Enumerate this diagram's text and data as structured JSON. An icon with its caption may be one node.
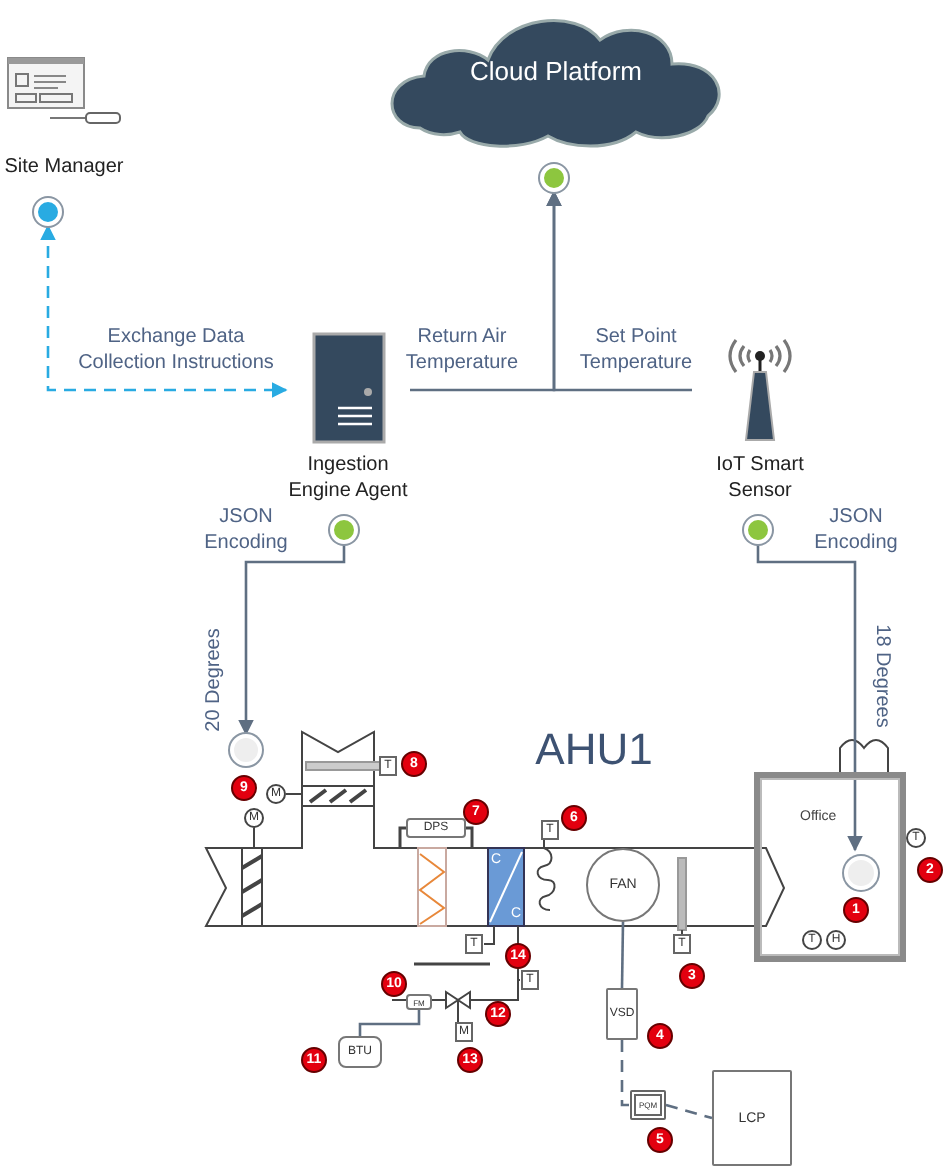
{
  "diagram": {
    "nodes": [
      {
        "text": [
          "Cloud Platform"
        ]
      },
      {
        "text": [],
        "shape": "circle"
      },
      {
        "text": [
          "Site Manager"
        ]
      },
      {
        "text": [],
        "shape": "circle"
      },
      {
        "text": [
          "Ingestion Engine Agent"
        ]
      },
      {
        "text": [],
        "shape": "circle",
        "beside": [
          "JSON Encoding"
        ]
      },
      {
        "text": [
          "IoT Smart Sensor"
        ]
      },
      {
        "text": [],
        "shape": "circle"
      },
      {
        "text": [],
        "shape": "circle"
      },
      {
        "text": [
          "Office"
        ]
      },
      {
        "text": [],
        "shape": "circle",
        "in": 9
      },
      {
        "text": [
          "FAN"
        ]
      },
      {
        "text": [
          "VSD"
        ]
      },
      {
        "text": [
          "PQM"
        ]
      },
      {
        "text": [
          "LCP"
        ]
      },
      {
        "text": [
          "DPS"
        ]
      },
      {
        "text": [
          "FM"
        ]
      },
      {
        "text": [
          "BTU"
        ]
      }
    ],
    "edges": [
      {
        "from": 3,
        "to": 4,
        "arrow": "both",
        "style": "dashed",
        "color": "#29abe2",
        "label": "Exchange Data Collection Instructions"
      },
      {
        "from": 4,
        "to": 1,
        "arrow": "to",
        "label": "Return Air Temperature"
      },
      {
        "from": 6,
        "to": 1,
        "arrow": "to",
        "label": "Set Point Temperature"
      },
      {
        "from": 5,
        "to": 8,
        "arrow": "to",
        "label": "20 Degrees"
      },
      {
        "from": 7,
        "to": 10,
        "arrow": "to",
        "label": "18 Degrees"
      },
      {
        "from": 11,
        "to": 12,
        "arrow": "none"
      },
      {
        "from": 12,
        "to": 13,
        "arrow": "none",
        "style": "dashed"
      },
      {
        "from": 13,
        "to": 14,
        "arrow": "none",
        "style": "dashed"
      },
      {
        "from": 16,
        "to": 17,
        "arrow": "none"
      }
    ],
    "labels": [
      "JSON Encoding",
      "AHU1",
      "T",
      "8",
      "9",
      "M",
      "M",
      "7",
      "T",
      "6",
      "C",
      "C",
      "T",
      "2",
      "1",
      "T",
      "H",
      "T",
      "T",
      "14",
      "3",
      "T",
      "10",
      "12",
      "4",
      "M",
      "13",
      "11",
      "5"
    ]
  }
}
